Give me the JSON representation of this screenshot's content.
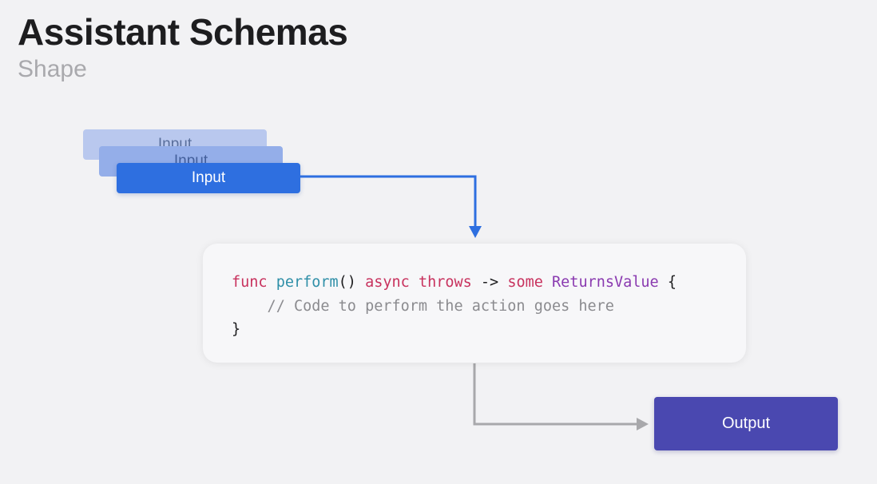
{
  "title": "Assistant Schemas",
  "subtitle": "Shape",
  "inputs": [
    "Input",
    "Input",
    "Input"
  ],
  "code": {
    "line1": {
      "func": "func",
      "name": "perform",
      "parens": "()",
      "async": "async",
      "throws": "throws",
      "arrow": "->",
      "some": "some",
      "type": "ReturnsValue",
      "brace_open": "{"
    },
    "line2_comment": "    // Code to perform the action goes here",
    "line3": "}"
  },
  "output_label": "Output",
  "colors": {
    "background": "#f2f2f4",
    "input_primary": "#2e6fe0",
    "input_back1": "#94aee9",
    "input_back2": "#b9c8ee",
    "output": "#4a48b0",
    "connector_input": "#2e6fe0",
    "connector_output": "#a8a8ab",
    "keyword": "#c8325e",
    "function_name": "#2f8fa8",
    "type_name": "#8a3ab0",
    "comment": "#8b8b8f"
  }
}
